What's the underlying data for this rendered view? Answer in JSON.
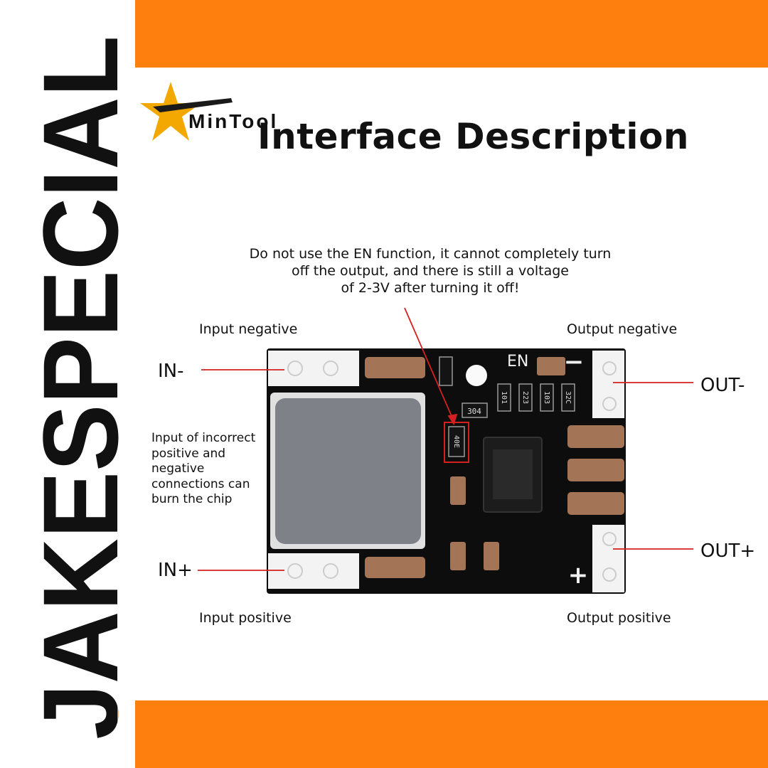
{
  "sidebar": {
    "brand_text": "JAKESPECIAL",
    "brand_color": "#ff7f0e"
  },
  "logo": {
    "text": "MinTool",
    "star_color": "#f2a800"
  },
  "page": {
    "title": "Interface Description",
    "accent_color": "#ff7f0e"
  },
  "note": {
    "lines": [
      "Do not use the EN function, it cannot completely turn",
      "off the output, and there is still a voltage",
      "of 2-3V after turning it off!"
    ]
  },
  "labels": {
    "input_negative": "Input negative",
    "output_negative": "Output negative",
    "input_positive": "Input positive",
    "output_positive": "Output positive",
    "in_minus": "IN-",
    "in_plus": "IN+",
    "out_minus": "OUT-",
    "out_plus": "OUT+"
  },
  "warning": {
    "lines": [
      "Input of incorrect",
      "positive and",
      "negative",
      "connections can",
      "burn the chip"
    ]
  },
  "board": {
    "silkscreen_en": "EN",
    "silkscreen_minus": "−",
    "silkscreen_plus": "+",
    "resistor_codes": [
      "304",
      "101",
      "223",
      "103",
      "32C",
      "40E"
    ],
    "pcb_color": "#0d0d0d",
    "callout_color": "#d62020"
  }
}
